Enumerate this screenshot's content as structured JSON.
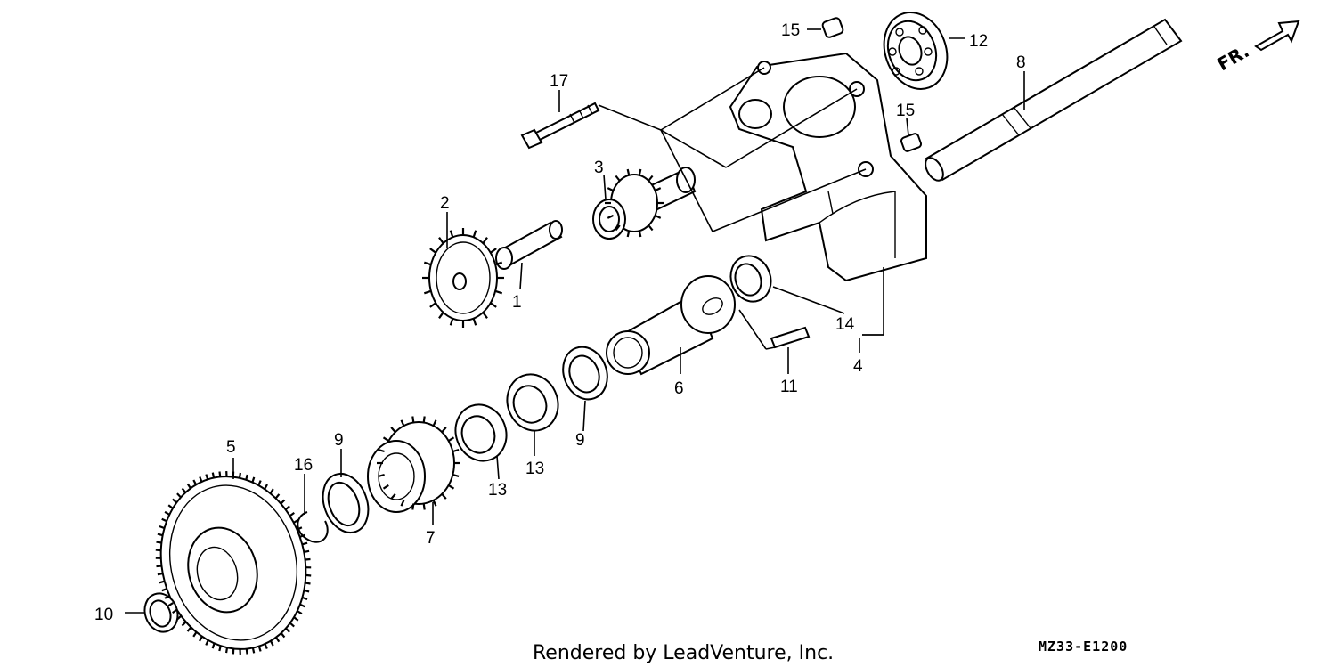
{
  "diagram": {
    "callouts": [
      {
        "id": "c1",
        "text": "1"
      },
      {
        "id": "c2",
        "text": "2"
      },
      {
        "id": "c3",
        "text": "3"
      },
      {
        "id": "c4",
        "text": "4"
      },
      {
        "id": "c5",
        "text": "5"
      },
      {
        "id": "c6",
        "text": "6"
      },
      {
        "id": "c7",
        "text": "7"
      },
      {
        "id": "c8",
        "text": "8"
      },
      {
        "id": "c9a",
        "text": "9"
      },
      {
        "id": "c9b",
        "text": "9"
      },
      {
        "id": "c10",
        "text": "10"
      },
      {
        "id": "c11",
        "text": "11"
      },
      {
        "id": "c12",
        "text": "12"
      },
      {
        "id": "c13a",
        "text": "13"
      },
      {
        "id": "c13b",
        "text": "13"
      },
      {
        "id": "c14",
        "text": "14"
      },
      {
        "id": "c15a",
        "text": "15"
      },
      {
        "id": "c15b",
        "text": "15"
      },
      {
        "id": "c16",
        "text": "16"
      },
      {
        "id": "c17",
        "text": "17"
      }
    ],
    "direction_label": "FR.",
    "credit": "Rendered by LeadVenture, Inc.",
    "diagram_code": "MZ33-E1200"
  }
}
